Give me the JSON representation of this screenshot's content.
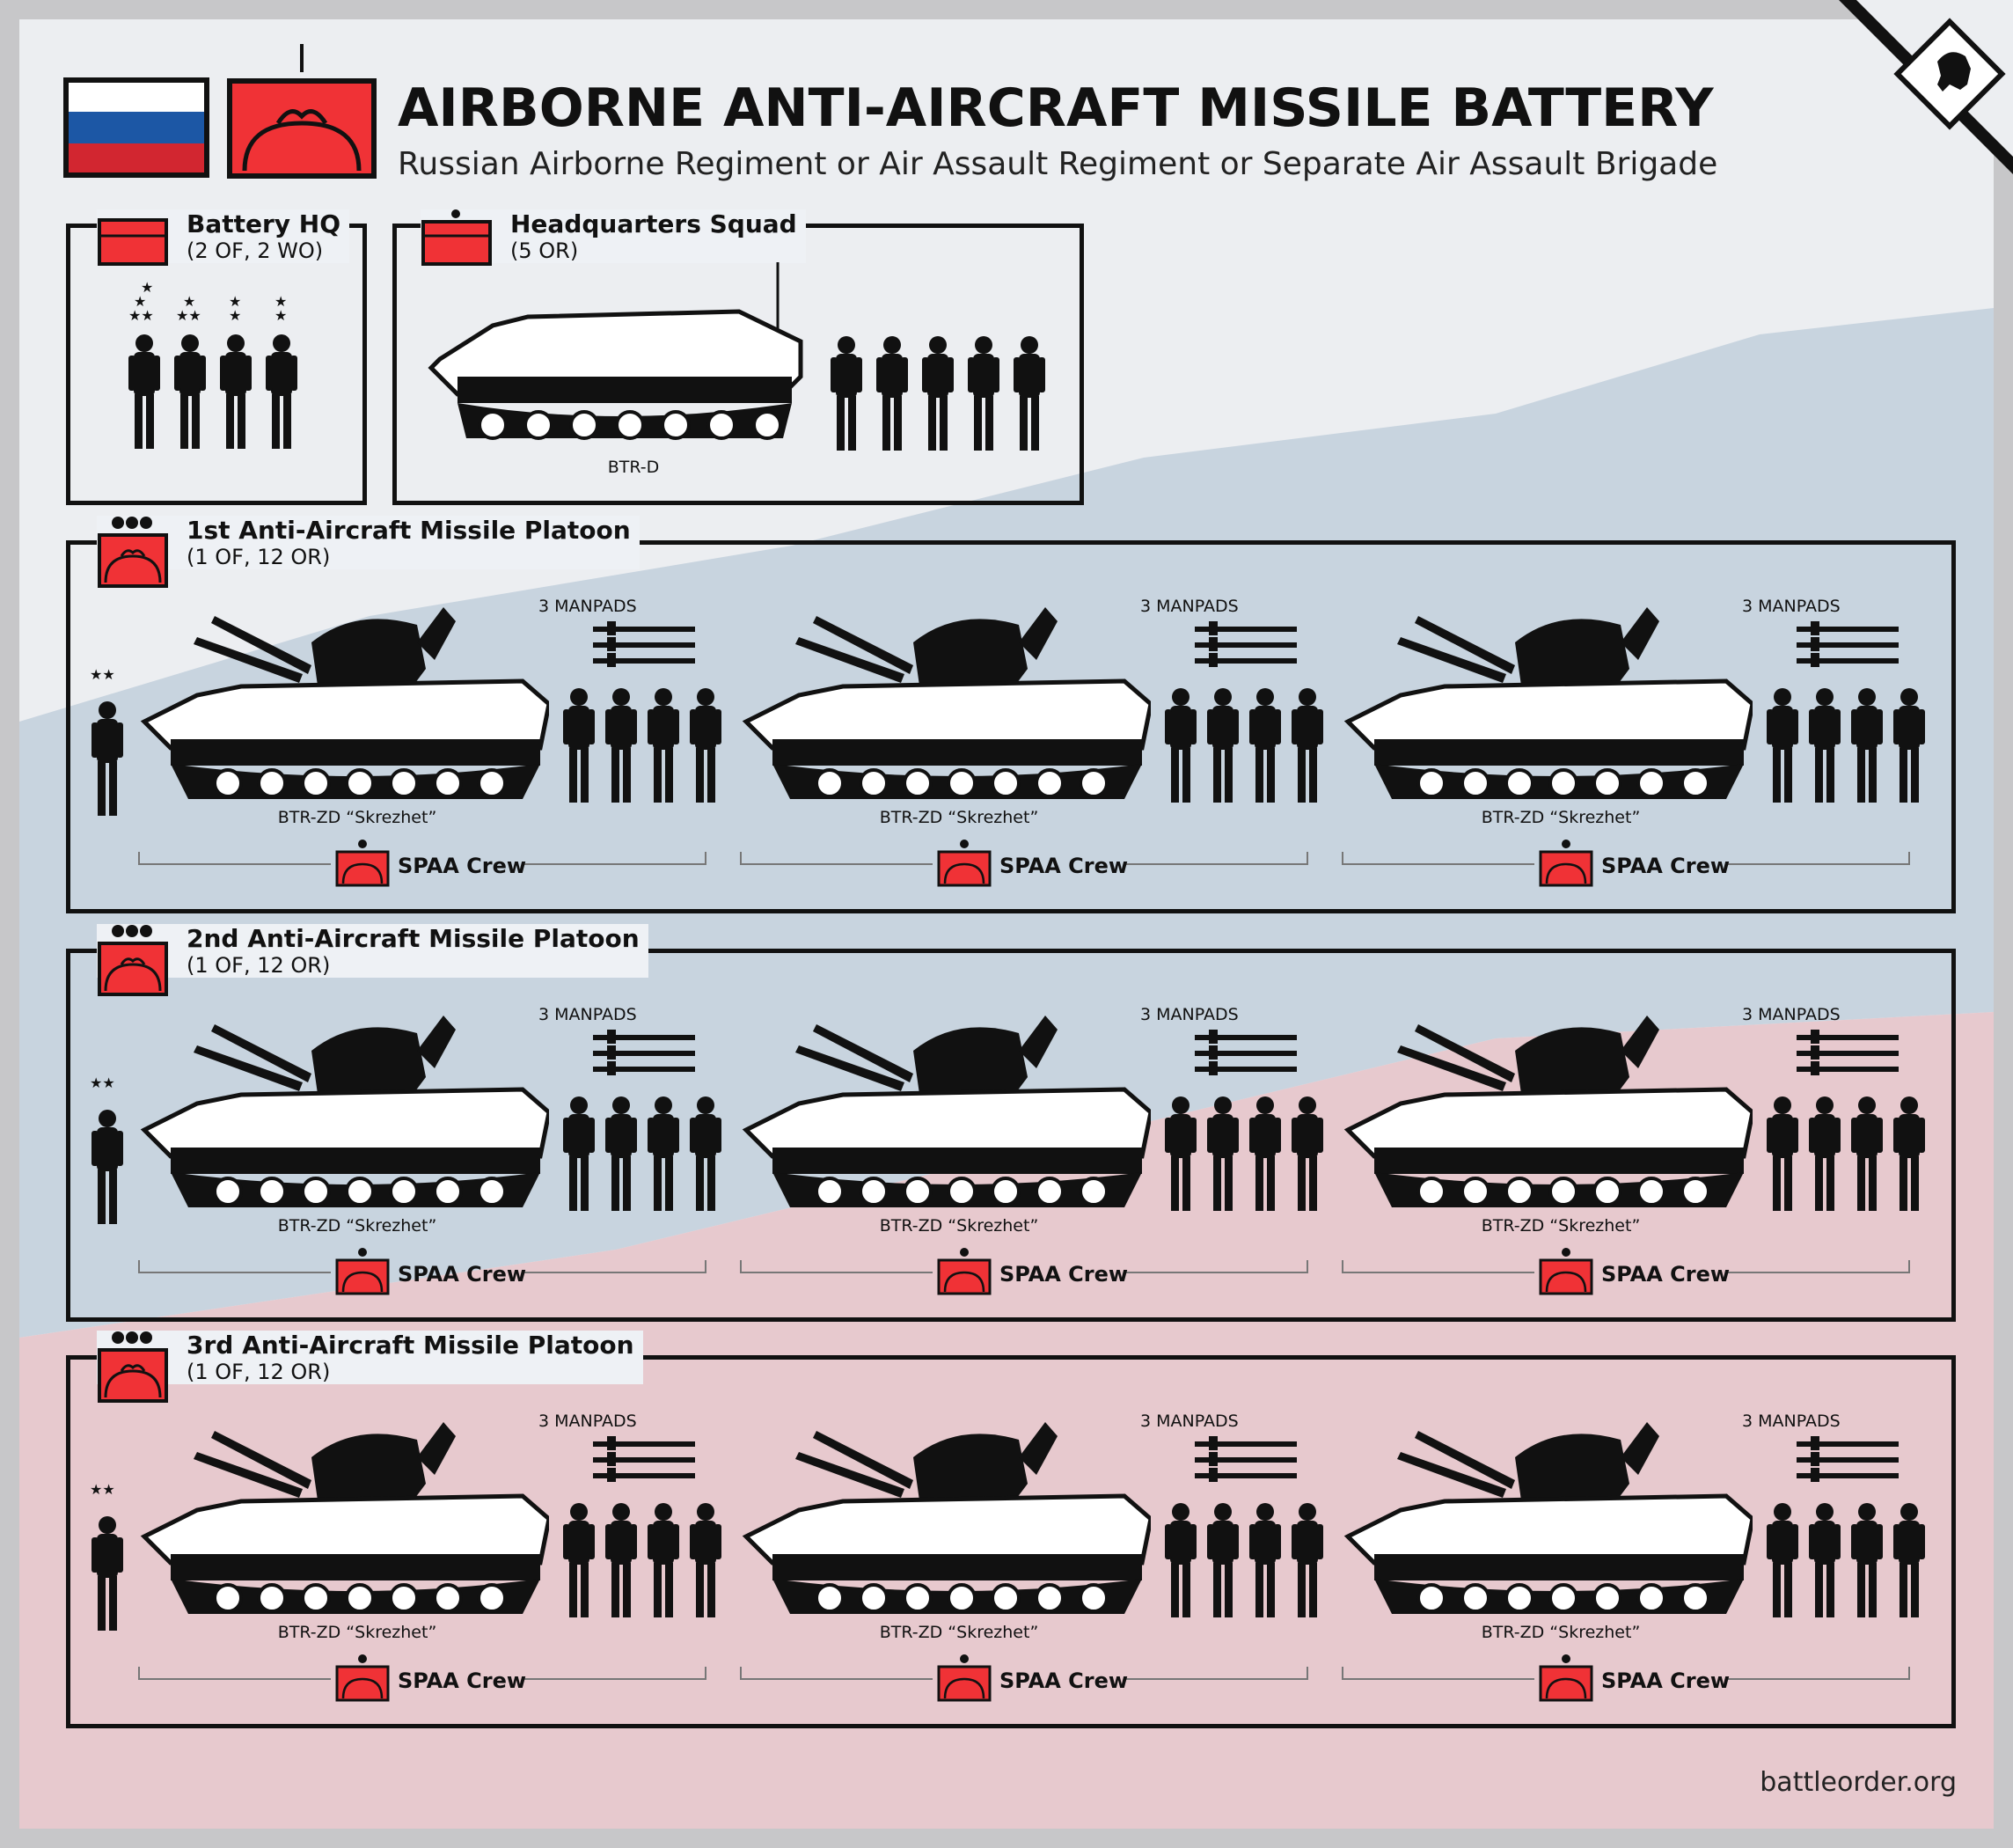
{
  "header": {
    "title": "AIRBORNE ANTI-AIRCRAFT MISSILE BATTERY",
    "subtitle": "Russian Airborne Regiment or Air Assault Regiment or Separate Air Assault Brigade"
  },
  "colors": {
    "unit_red": "#f03236",
    "flag_white": "#ffffff",
    "flag_blue": "#1c57a5",
    "flag_red": "#d22630",
    "band_blue": "#c5d3df",
    "band_red": "#e8c6cb",
    "panel": "#eef1f5"
  },
  "battery_hq": {
    "title": "Battery HQ",
    "strength": "(2 OF, 2 WO)"
  },
  "hq_squad": {
    "title": "Headquarters Squad",
    "strength": "(5 OR)",
    "vehicle_label": "BTR-D"
  },
  "platoons": [
    {
      "title": "1st Anti-Aircraft Missile Platoon",
      "strength": "(1 OF, 12 OR)",
      "sections": [
        {
          "manpads_label": "3 MANPADS",
          "vehicle_label": "BTR-ZD “Skrezhet”",
          "crew_label": "SPAA Crew"
        },
        {
          "manpads_label": "3 MANPADS",
          "vehicle_label": "BTR-ZD “Skrezhet”",
          "crew_label": "SPAA Crew"
        },
        {
          "manpads_label": "3 MANPADS",
          "vehicle_label": "BTR-ZD “Skrezhet”",
          "crew_label": "SPAA Crew"
        }
      ]
    },
    {
      "title": "2nd Anti-Aircraft Missile Platoon",
      "strength": "(1 OF, 12 OR)",
      "sections": [
        {
          "manpads_label": "3 MANPADS",
          "vehicle_label": "BTR-ZD “Skrezhet”",
          "crew_label": "SPAA Crew"
        },
        {
          "manpads_label": "3 MANPADS",
          "vehicle_label": "BTR-ZD “Skrezhet”",
          "crew_label": "SPAA Crew"
        },
        {
          "manpads_label": "3 MANPADS",
          "vehicle_label": "BTR-ZD “Skrezhet”",
          "crew_label": "SPAA Crew"
        }
      ]
    },
    {
      "title": "3rd Anti-Aircraft Missile Platoon",
      "strength": "(1 OF, 12 OR)",
      "sections": [
        {
          "manpads_label": "3 MANPADS",
          "vehicle_label": "BTR-ZD “Skrezhet”",
          "crew_label": "SPAA Crew"
        },
        {
          "manpads_label": "3 MANPADS",
          "vehicle_label": "BTR-ZD “Skrezhet”",
          "crew_label": "SPAA Crew"
        },
        {
          "manpads_label": "3 MANPADS",
          "vehicle_label": "BTR-ZD “Skrezhet”",
          "crew_label": "SPAA Crew"
        }
      ]
    }
  ],
  "footer": {
    "site": "battleorder.org"
  }
}
